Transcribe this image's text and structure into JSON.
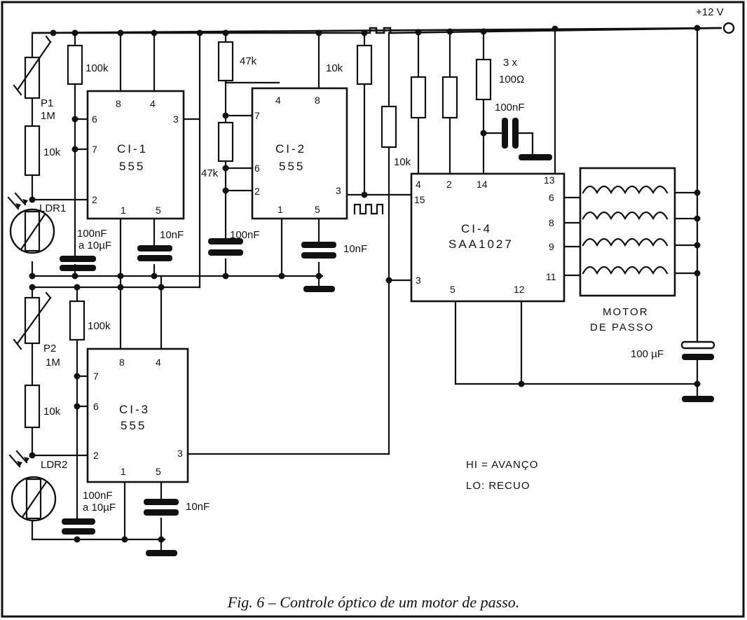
{
  "caption": "Fig. 6 – Controle óptico de um motor de passo.",
  "supply": "+12 V",
  "chips": {
    "ci1": {
      "name": "CI-1",
      "type": "555",
      "pins": [
        "8",
        "4",
        "6",
        "7",
        "3",
        "2",
        "1",
        "5"
      ]
    },
    "ci2": {
      "name": "CI-2",
      "type": "555",
      "pins": [
        "4",
        "8",
        "7",
        "6",
        "2",
        "3",
        "1",
        "5"
      ]
    },
    "ci3": {
      "name": "CI-3",
      "type": "555",
      "pins": [
        "8",
        "4",
        "7",
        "6",
        "2",
        "3",
        "1",
        "5"
      ]
    },
    "ci4": {
      "name": "CI-4",
      "type": "SAA1027",
      "pins": [
        "4",
        "2",
        "14",
        "13",
        "15",
        "6",
        "8",
        "9",
        "3",
        "5",
        "12",
        "11"
      ]
    }
  },
  "components": {
    "p1": [
      "P1",
      "1M"
    ],
    "p2": [
      "P2",
      "1M"
    ],
    "r100k_1": "100k",
    "r100k_2": "100k",
    "r10k_1": "10k",
    "r10k_2": "10k",
    "r10k_3": "10k",
    "r10k_4": "10k",
    "r47k_1": "47k",
    "r47k_2": "47k",
    "r3x100": [
      "3 x",
      "100Ω"
    ],
    "ldr1": "LDR1",
    "ldr2": "LDR2",
    "c_ci1": [
      "100nF",
      "a 10µF"
    ],
    "c_ci3": [
      "100nF",
      "a 10µF"
    ],
    "c10nf_1": "10nF",
    "c10nf_2": "10nF",
    "c10nf_3": "10nF",
    "c100nf_ci2": "100nF",
    "c100nf_ci4": "100nF",
    "c100uf": "100 µF"
  },
  "motor": [
    "MOTOR",
    "DE PASSO"
  ],
  "legend": [
    "HI = AVANÇO",
    "LO: RECUO"
  ]
}
